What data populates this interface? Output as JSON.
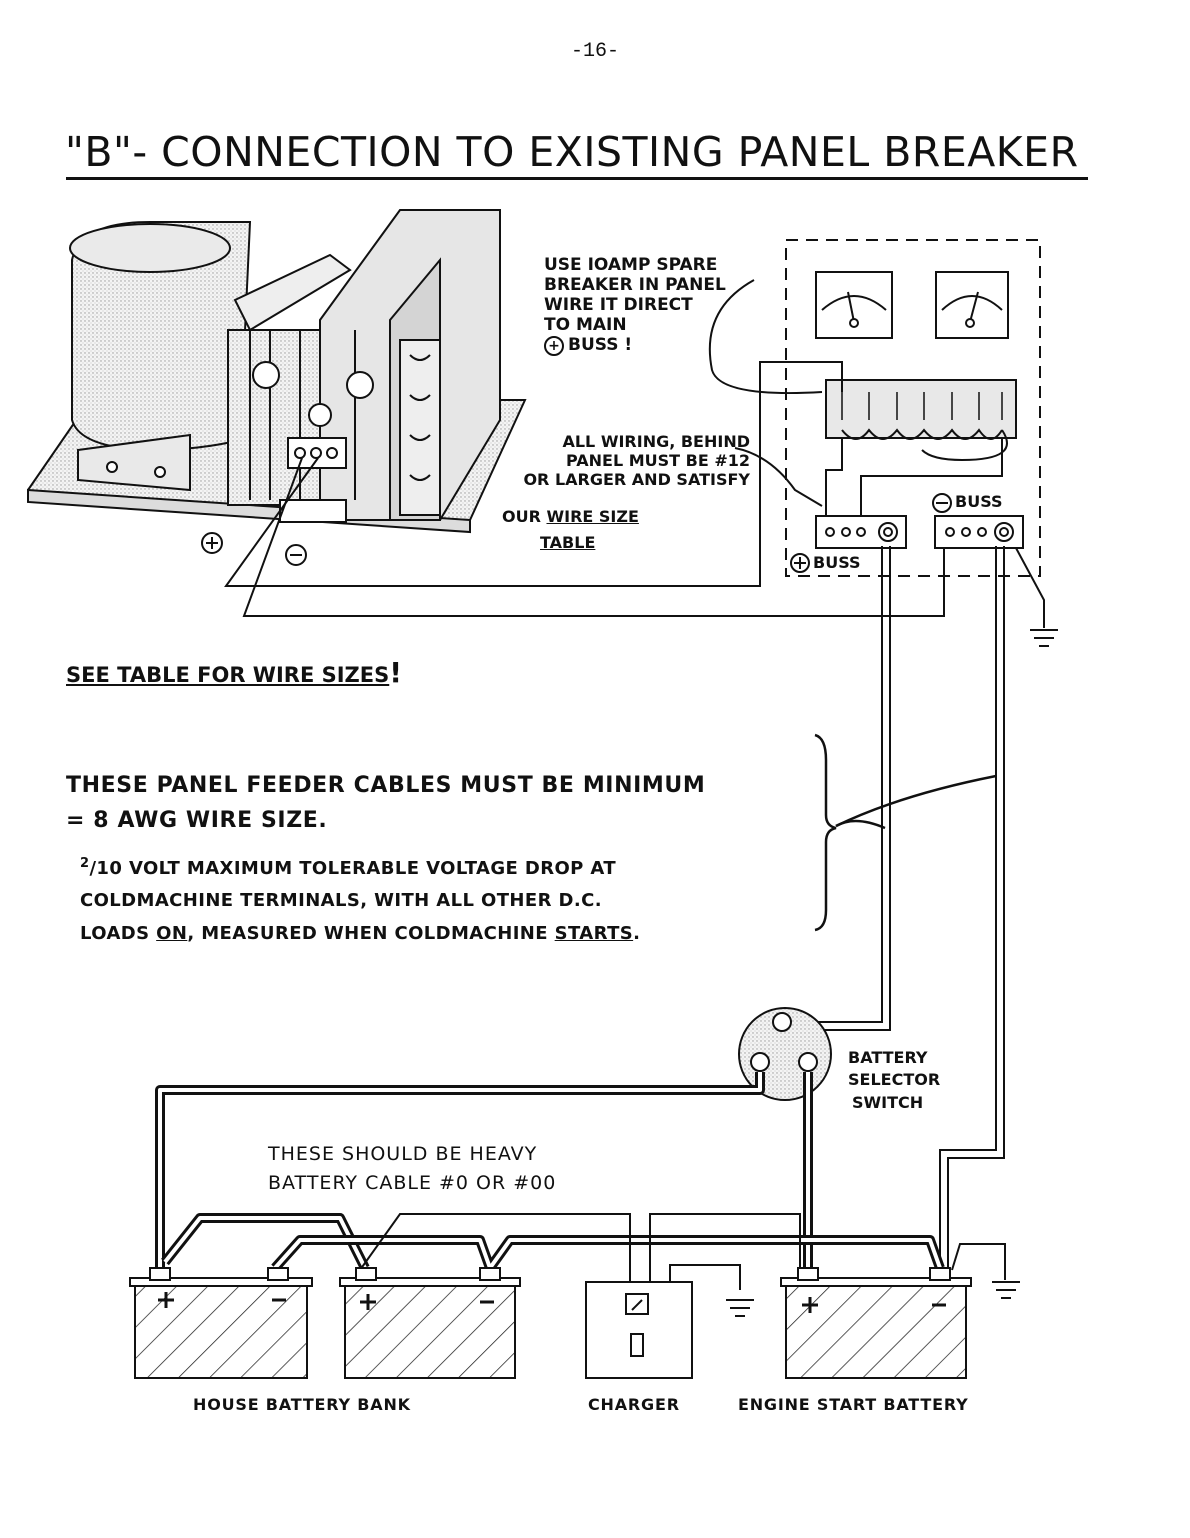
{
  "page_number": "-16-",
  "title": "\"B\"- CONNECTION  TO EXISTING  PANEL  BREAKER",
  "breaker_note": [
    "USE IOAMP SPARE",
    "BREAKER IN PANEL",
    "WIRE IT DIRECT",
    "TO MAIN",
    "BUSS !"
  ],
  "wiring_note": {
    "lines": [
      "ALL WIRING, BEHIND",
      "PANEL MUST BE #12",
      "OR LARGER AND SATISFY"
    ],
    "line4_prefix": "OUR ",
    "line4_underlined": "WIRE SIZE",
    "line5": "TABLE"
  },
  "buss_labels": {
    "positive": "BUSS",
    "negative": "BUSS"
  },
  "see_table": {
    "text": "SEE TABLE FOR WIRE SIZES",
    "mark": "!"
  },
  "feeder_note": [
    "THESE PANEL FEEDER CABLES  MUST  BE  MINIMUM",
    "= 8 AWG  WIRE  SIZE."
  ],
  "voltage_note": {
    "line1_sup": "2",
    "line1": "/10 VOLT MAXIMUM TOLERABLE VOLTAGE DROP AT",
    "line2": "COLDMACHINE  TERMINALS, WITH ALL  OTHER  D.C.",
    "line3_a": "LOADS ",
    "line3_on": "ON",
    "line3_b": ", MEASURED WHEN COLDMACHINE ",
    "line3_starts": "STARTS",
    "line3_end": "."
  },
  "selector_label": [
    "BATTERY",
    "SELECTOR",
    "SWITCH"
  ],
  "heavy_cable_note": [
    "THESE  SHOULD  BE  HEAVY",
    "BATTERY  CABLE #0 OR #00"
  ],
  "bottom_labels": {
    "house": "HOUSE  BATTERY  BANK",
    "charger": "CHARGER",
    "engine": "ENGINE  START  BATTERY"
  },
  "icons": [
    "coldmachine-unit",
    "ammeter-icon",
    "voltmeter-icon",
    "ground-symbol",
    "battery-selector-switch",
    "charger-meter-icon",
    "battery"
  ]
}
